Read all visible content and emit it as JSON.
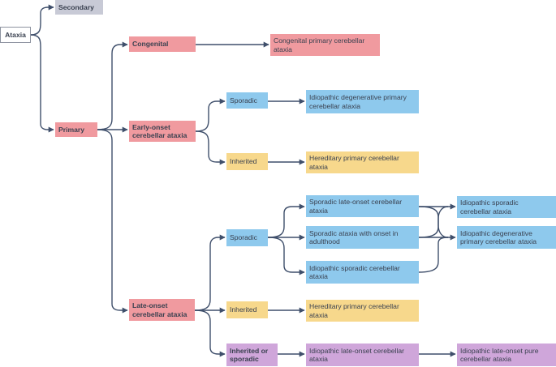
{
  "colors": {
    "root": "#ffffff",
    "secondary": "#c8cad6",
    "primary_branch": "#f09a9f",
    "sporadic": "#8ec9ed",
    "inherited": "#f7d88c",
    "mixed": "#cfa6da",
    "connector": "#3f4f6b"
  },
  "nodes": {
    "ataxia": "Ataxia",
    "secondary": "Secondary",
    "primary": "Primary",
    "congenital": "Congenital",
    "congenital_result": "Congenital primary cerebellar ataxia",
    "early_onset": "Early-onset cerebellar ataxia",
    "early_sporadic": "Sporadic",
    "early_sporadic_result": "Idiopathic degenerative primary cerebellar ataxia",
    "early_inherited": "Inherited",
    "early_inherited_result": "Hereditary primary cerebellar ataxia",
    "late_onset": "Late-onset cerebellar ataxia",
    "late_sporadic": "Sporadic",
    "late_sporadic_1": "Sporadic late-onset cerebellar ataxia",
    "late_sporadic_2": "Sporadic ataxia with onset in adulthood",
    "late_sporadic_3": "Idiopathic sporadic cerebellar ataxia",
    "late_sporadic_result_1": "Idiopathic sporadic cerebellar ataxia",
    "late_sporadic_result_2": "Idiopathic degenerative primary cerebellar ataxia",
    "late_inherited": "Inherited",
    "late_inherited_result": "Hereditary primary cerebellar ataxia",
    "late_mixed": "Inherited or sporadic",
    "late_mixed_1": "Idiopathic late-onset cerebellar ataxia",
    "late_mixed_result": "Idiopathic late-onset pure cerebellar ataxia"
  }
}
